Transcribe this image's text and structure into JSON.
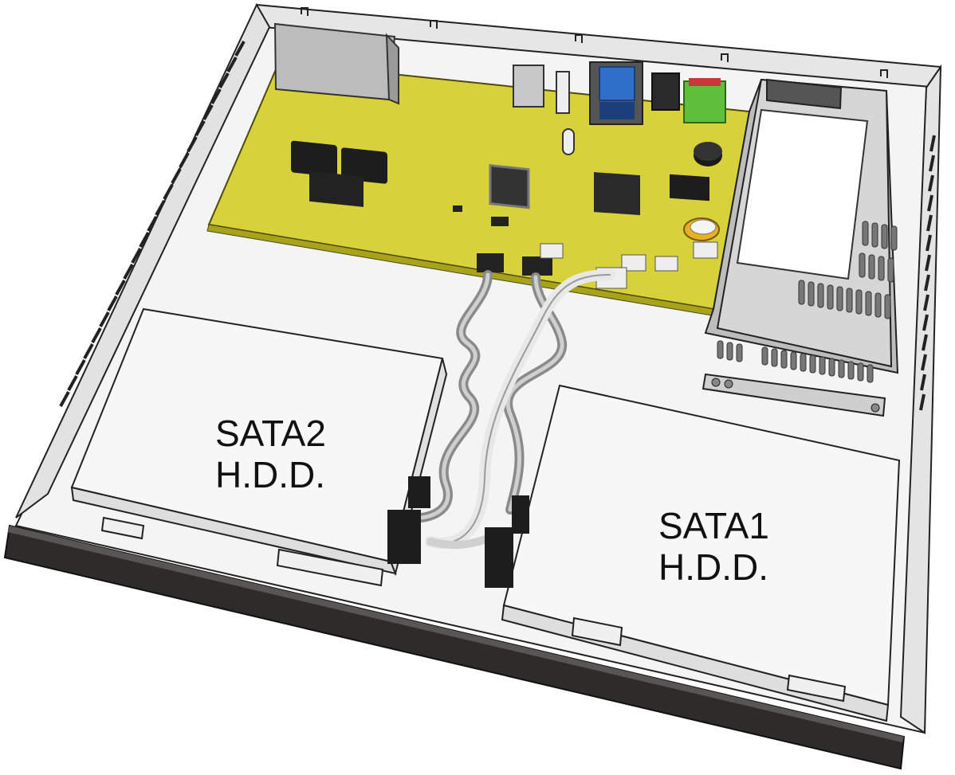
{
  "labels": {
    "sata2_line1": "SATA2",
    "sata2_line2": "H.D.D.",
    "sata1_line1": "SATA1",
    "sata1_line2": "H.D.D."
  },
  "colors": {
    "pcb": "#d8d23a",
    "pcb_edge": "#a8a21c",
    "chassis": "#f4f4f4",
    "chassis_shade": "#d9d9d9",
    "front_bezel": "#2e2b2b",
    "connector_black": "#1d1d1d",
    "vga_blue": "#2f6fc9",
    "terminal_green": "#5fbf3a",
    "cable_gray": "#9a9a9a",
    "hdd_face": "#f7f7f7"
  },
  "icons": {
    "power_supply": "power-supply-icon",
    "fan": "fan-icon",
    "buzzer": "buzzer-icon",
    "coin_battery": "battery-icon"
  }
}
